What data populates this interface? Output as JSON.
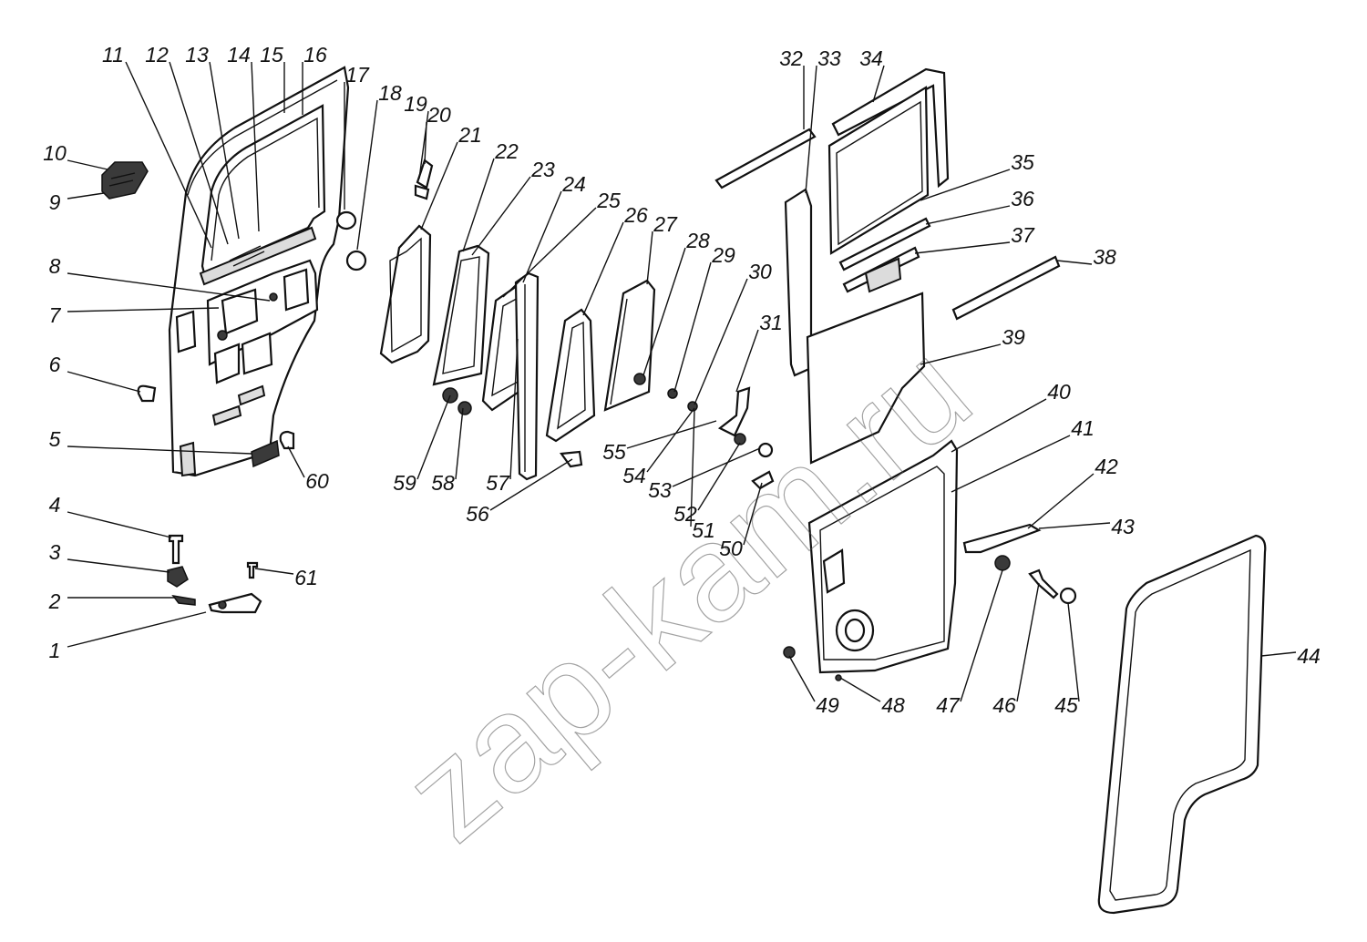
{
  "watermark": "zap-kam.ru",
  "labels": [
    "1",
    "2",
    "3",
    "4",
    "5",
    "6",
    "7",
    "8",
    "9",
    "10",
    "11",
    "12",
    "13",
    "14",
    "15",
    "16",
    "17",
    "18",
    "19",
    "20",
    "21",
    "22",
    "23",
    "24",
    "25",
    "26",
    "27",
    "28",
    "29",
    "30",
    "31",
    "32",
    "33",
    "34",
    "35",
    "36",
    "37",
    "38",
    "39",
    "40",
    "41",
    "42",
    "43",
    "44",
    "45",
    "46",
    "47",
    "48",
    "49",
    "50",
    "51",
    "52",
    "53",
    "54",
    "55",
    "56",
    "57",
    "58",
    "59",
    "60",
    "61"
  ]
}
